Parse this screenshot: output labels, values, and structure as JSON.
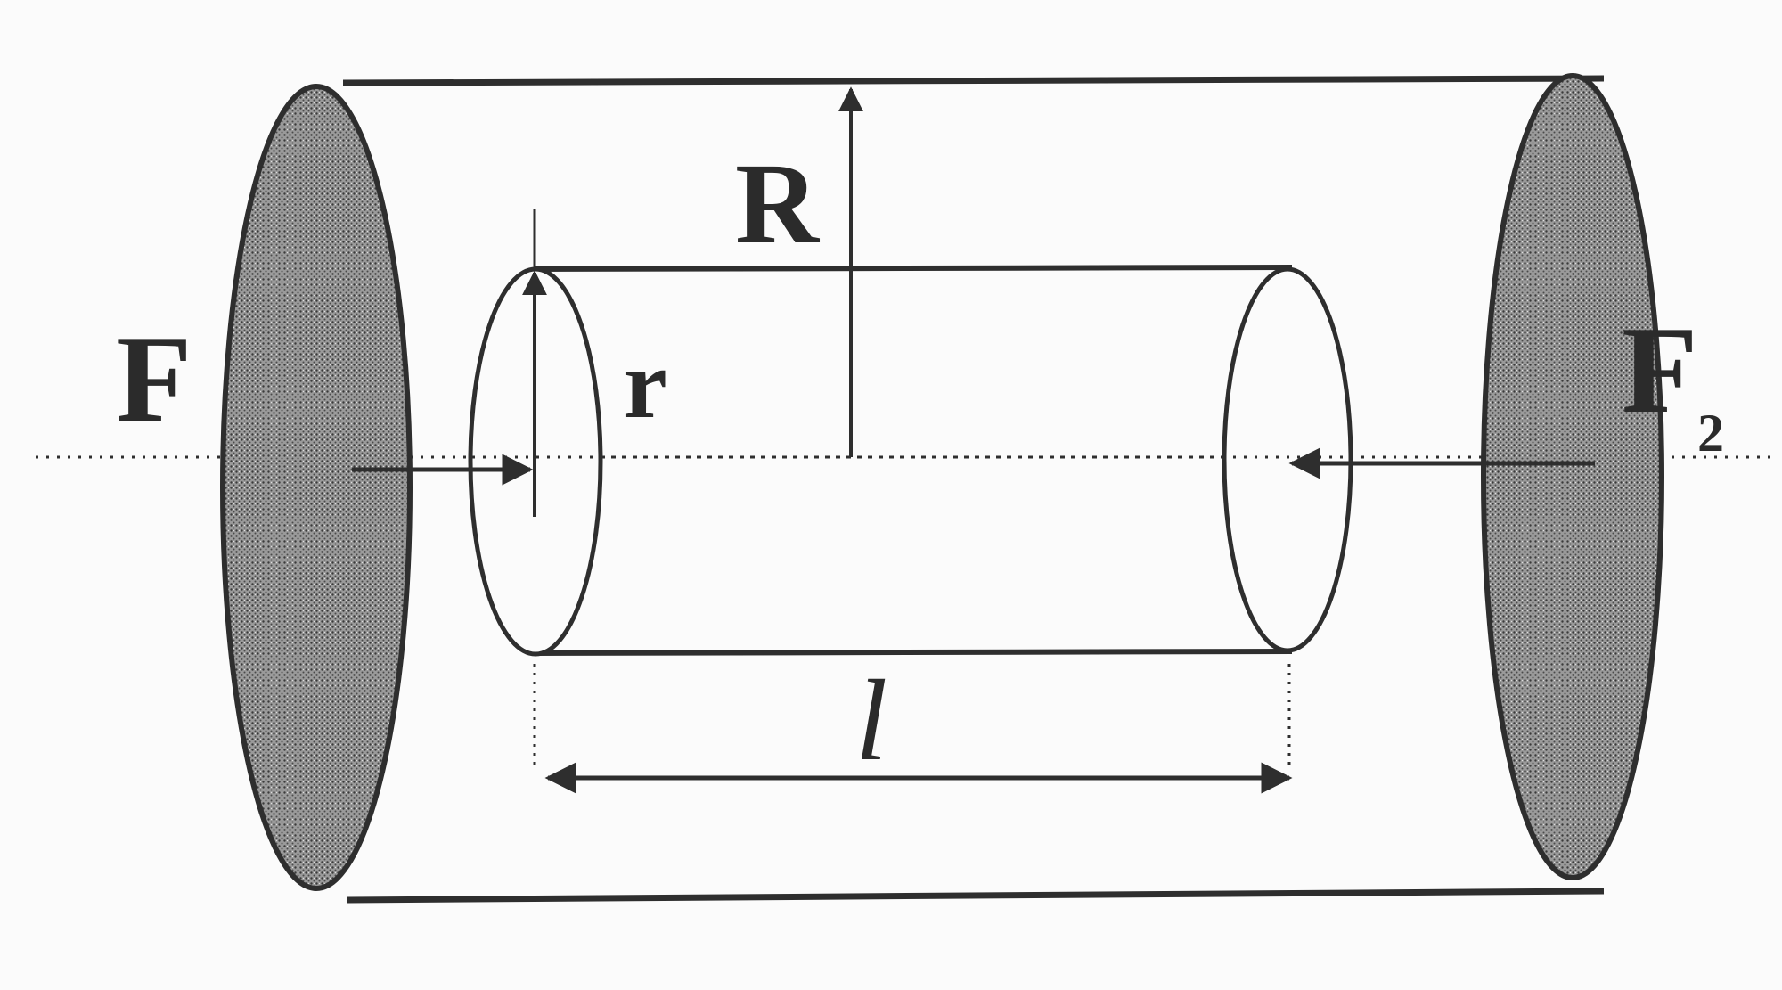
{
  "labels": {
    "outer_radius": "R",
    "inner_radius": "r",
    "length": "l",
    "force_left": "F",
    "force_right": "F",
    "force_right_subscript": "2"
  },
  "colors": {
    "ink": "#2e2e2e",
    "disk_fill": "#8a8a8a",
    "background": "#fbfbfb"
  }
}
